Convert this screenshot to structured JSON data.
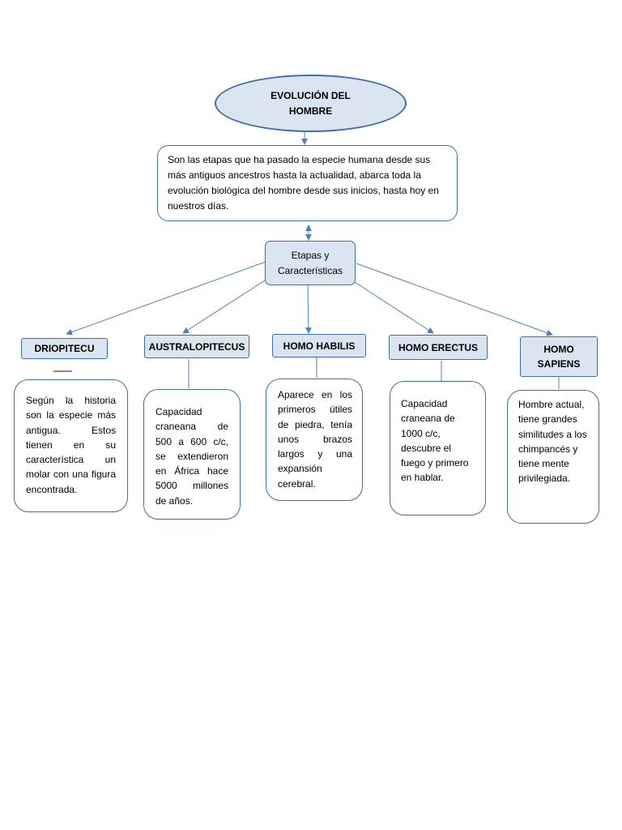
{
  "title": "EVOLUCIÓN DEL HOMBRE",
  "description": "Son las etapas que ha pasado la especie humana desde sus más antiguos ancestros hasta la actualidad, abarca toda la evolución biológica del hombre desde sus inicios, hasta hoy en nuestros días.",
  "hub": "Etapas y Características",
  "stages": [
    {
      "name": "DRIOPITECU",
      "text": "Según la historia son la especie más antigua. Estos tienen en su característica un molar con una figura encontrada."
    },
    {
      "name": "AUSTRALOPITECUS",
      "text": "Capacidad craneana de 500 a 600 c/c, se extendieron en África hace 5000 millones de años."
    },
    {
      "name": "HOMO HABILIS",
      "text": "Aparece en los primeros útiles de piedra, tenía unos brazos largos y una expansión cerebral."
    },
    {
      "name": "HOMO ERECTUS",
      "text": "Capacidad craneana de 1000 c/c, descubre el fuego y primero en hablar."
    },
    {
      "name": "HOMO SAPIENS",
      "text": "Hombre actual, tiene grandes similitudes a los chimpancés y tiene mente privilegiada."
    }
  ],
  "colors": {
    "border": "#3e6fa8",
    "fill": "#dbe5f1",
    "connector": "#4f81bd"
  }
}
